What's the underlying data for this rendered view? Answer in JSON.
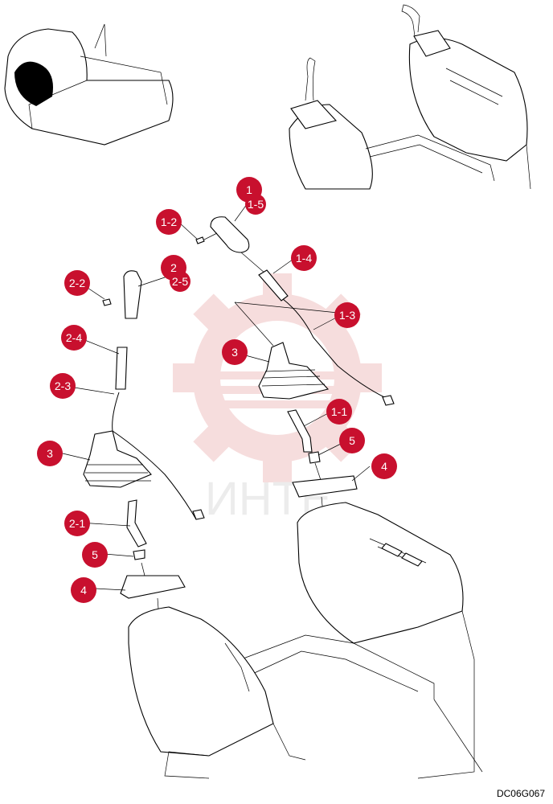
{
  "drawing_code": "DC06G067",
  "watermark_text": "ИНТЕ",
  "colors": {
    "callout": "#c8102e",
    "line": "#000000",
    "watermark": "#f2b8b8"
  },
  "callouts": [
    {
      "id": "c-1",
      "label": "1"
    },
    {
      "id": "c-1-5",
      "label": "1-5"
    },
    {
      "id": "c-1-2",
      "label": "1-2"
    },
    {
      "id": "c-1-4",
      "label": "1-4"
    },
    {
      "id": "c-1-3",
      "label": "1-3"
    },
    {
      "id": "c-3a",
      "label": "3"
    },
    {
      "id": "c-1-1",
      "label": "1-1"
    },
    {
      "id": "c-5a",
      "label": "5"
    },
    {
      "id": "c-4a",
      "label": "4"
    },
    {
      "id": "c-2",
      "label": "2"
    },
    {
      "id": "c-2-5",
      "label": "2-5"
    },
    {
      "id": "c-2-2",
      "label": "2-2"
    },
    {
      "id": "c-2-4",
      "label": "2-4"
    },
    {
      "id": "c-2-3",
      "label": "2-3"
    },
    {
      "id": "c-3b",
      "label": "3"
    },
    {
      "id": "c-2-1",
      "label": "2-1"
    },
    {
      "id": "c-5b",
      "label": "5"
    },
    {
      "id": "c-4b",
      "label": "4"
    }
  ]
}
